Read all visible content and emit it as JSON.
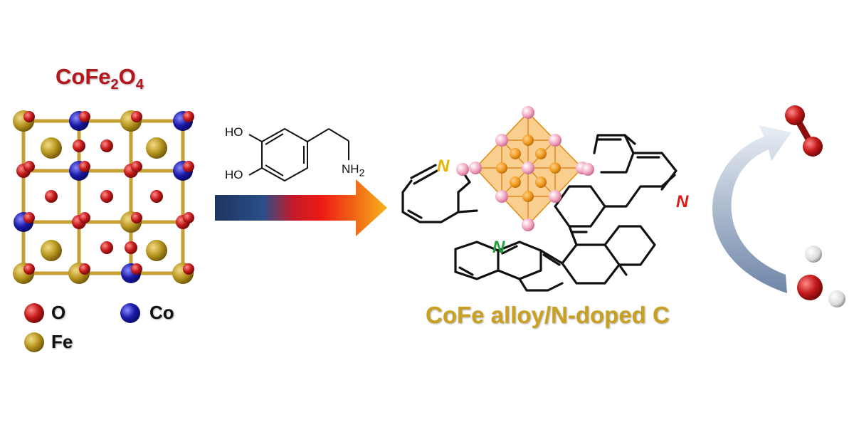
{
  "precursor_title": {
    "base": "CoFe",
    "sub1": "2",
    "mid": "O",
    "sub2": "4"
  },
  "legend": [
    {
      "symbol": "O",
      "color": "#c41a1a"
    },
    {
      "symbol": "Co",
      "color": "#1a1aa8"
    },
    {
      "symbol": "Fe",
      "color": "#b8961f"
    }
  ],
  "reagent": {
    "group_ho_top": "HO",
    "group_ho_bottom": "HO",
    "group_nh2": "NH",
    "group_nh2_sub": "2"
  },
  "product_label": "CoFe alloy/N-doped C",
  "nitrogen_label": "N",
  "colors": {
    "title": "#b5161b",
    "product": "#c9a020",
    "oxygen": "#c41a1a",
    "cobalt": "#1a1aa8",
    "iron": "#b8961f",
    "alloy": "#f4a833",
    "alloy_node": "#f2a9c4",
    "n_yellow": "#e8b400",
    "n_red": "#e01818",
    "n_green": "#1f9e3a"
  }
}
